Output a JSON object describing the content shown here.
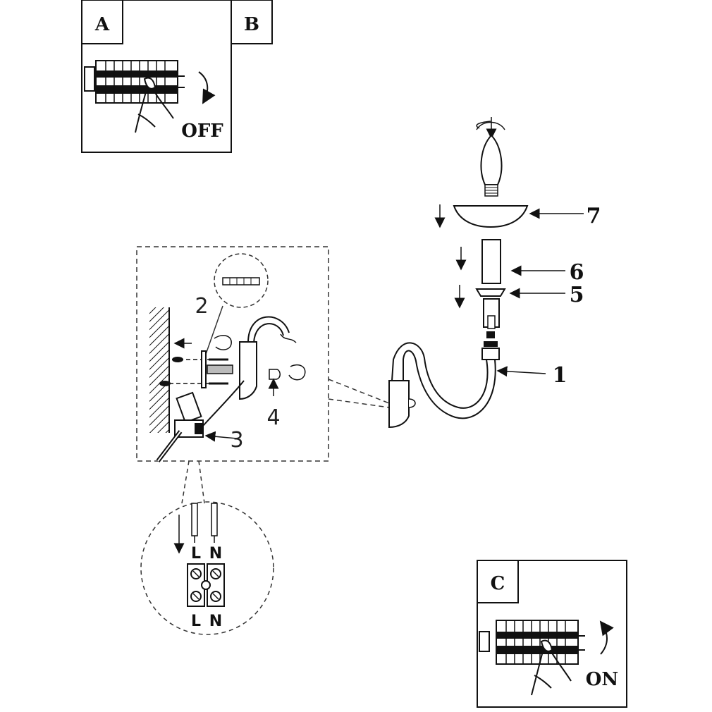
{
  "panels": {
    "a": {
      "letter": "A",
      "caption": "OFF"
    },
    "b": {
      "letter": "B"
    },
    "c": {
      "letter": "C",
      "caption": "ON"
    }
  },
  "callouts": {
    "part_1": "1",
    "part_2": "2",
    "part_3": "3",
    "part_4": "4",
    "part_5": "5",
    "part_6": "6",
    "part_7": "7"
  },
  "wiring": {
    "top_left": "L",
    "top_right": "N",
    "bottom_left": "L",
    "bottom_right": "N"
  }
}
